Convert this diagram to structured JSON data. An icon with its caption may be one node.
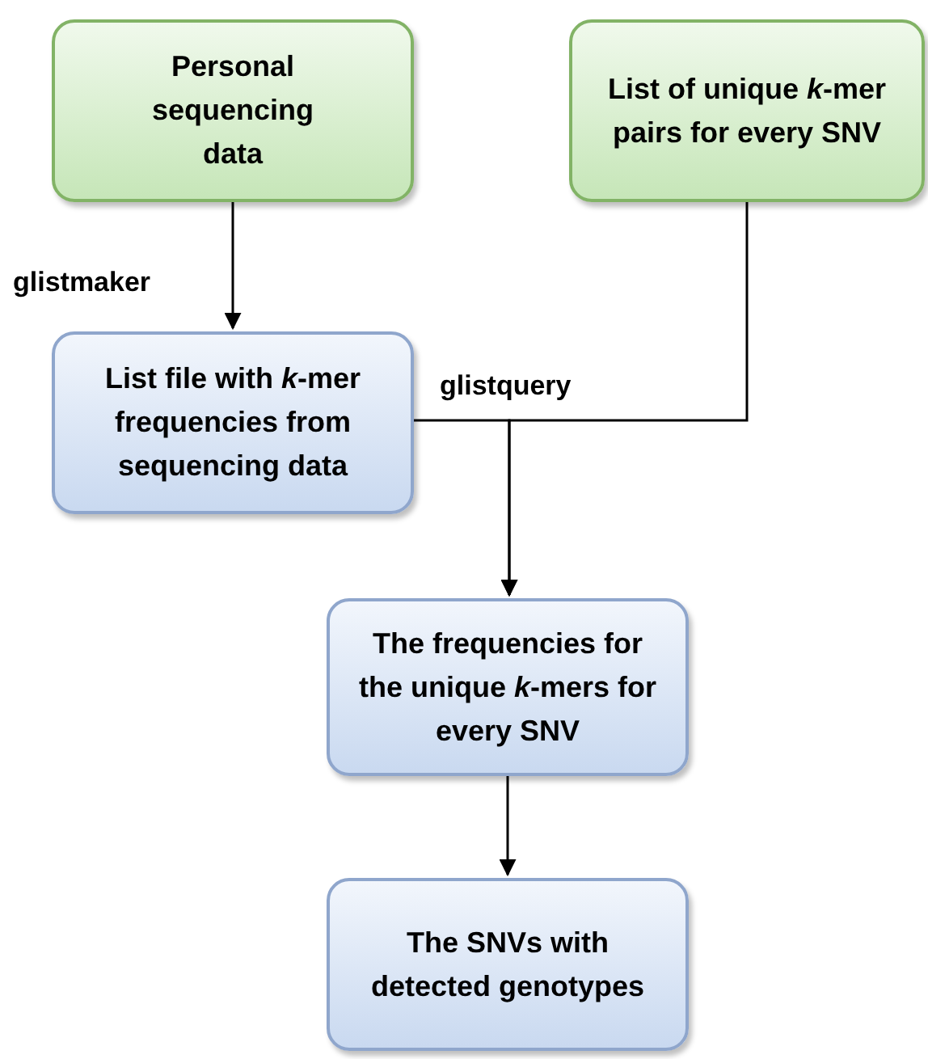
{
  "diagram": {
    "nodes": [
      {
        "text": [
          "Personal sequencing data"
        ]
      },
      {
        "text": [
          "List of unique *k*-mer pairs for every SNV"
        ]
      },
      {
        "text": [
          "List file with *k*-mer frequencies from sequencing data"
        ]
      },
      {
        "text": [
          "The frequencies for the unique *k*-mers for every SNV"
        ]
      },
      {
        "text": [
          "The SNVs with detected genotypes"
        ]
      }
    ],
    "edges": [
      {
        "from": 0,
        "to": 2,
        "arrow": "to",
        "label": "glistmaker"
      },
      {
        "from": 2,
        "to": 3,
        "arrow": "to",
        "label": "glistquery"
      },
      {
        "from": 1,
        "to": 3,
        "arrow": "to"
      },
      {
        "from": 3,
        "to": 4,
        "arrow": "to"
      }
    ]
  }
}
